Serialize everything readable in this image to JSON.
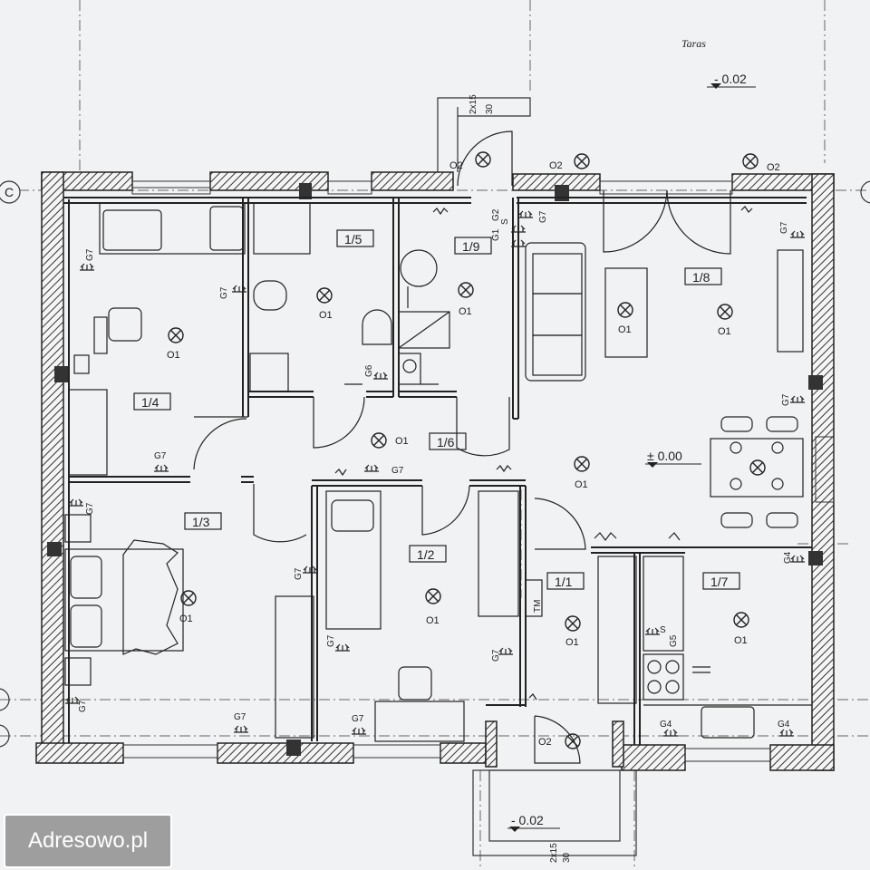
{
  "watermark": "Adresowo.pl",
  "terrace_label": "Taras",
  "level_terrace": "- 0.02",
  "level_entrance": "- 0.02",
  "level_main": "± 0.00",
  "stair_dim": [
    "2x15",
    "30"
  ],
  "stair_dim_entrance": [
    "2x15",
    "30"
  ],
  "axis_c": "C",
  "rooms": [
    {
      "id": "1/1",
      "light": "O1"
    },
    {
      "id": "1/2",
      "light": "O1"
    },
    {
      "id": "1/3",
      "light": "O1"
    },
    {
      "id": "1/4",
      "light": "O1"
    },
    {
      "id": "1/5",
      "light": "O1"
    },
    {
      "id": "1/6",
      "light": "O1"
    },
    {
      "id": "1/7",
      "light": "O1"
    },
    {
      "id": "1/8",
      "light": "O1"
    },
    {
      "id": "1/9",
      "light": "O1"
    }
  ],
  "extra_lights": [
    "O1",
    "O1",
    "O1",
    "O1",
    "O1"
  ],
  "outdoor_lights": [
    "O2",
    "O2",
    "O2",
    "O2"
  ],
  "sockets": {
    "g7": "G7",
    "g6": "G6",
    "g5": "G5",
    "g4": "G4",
    "g2": "G2",
    "g1": "G1",
    "s": "S",
    "tm": "TM"
  }
}
